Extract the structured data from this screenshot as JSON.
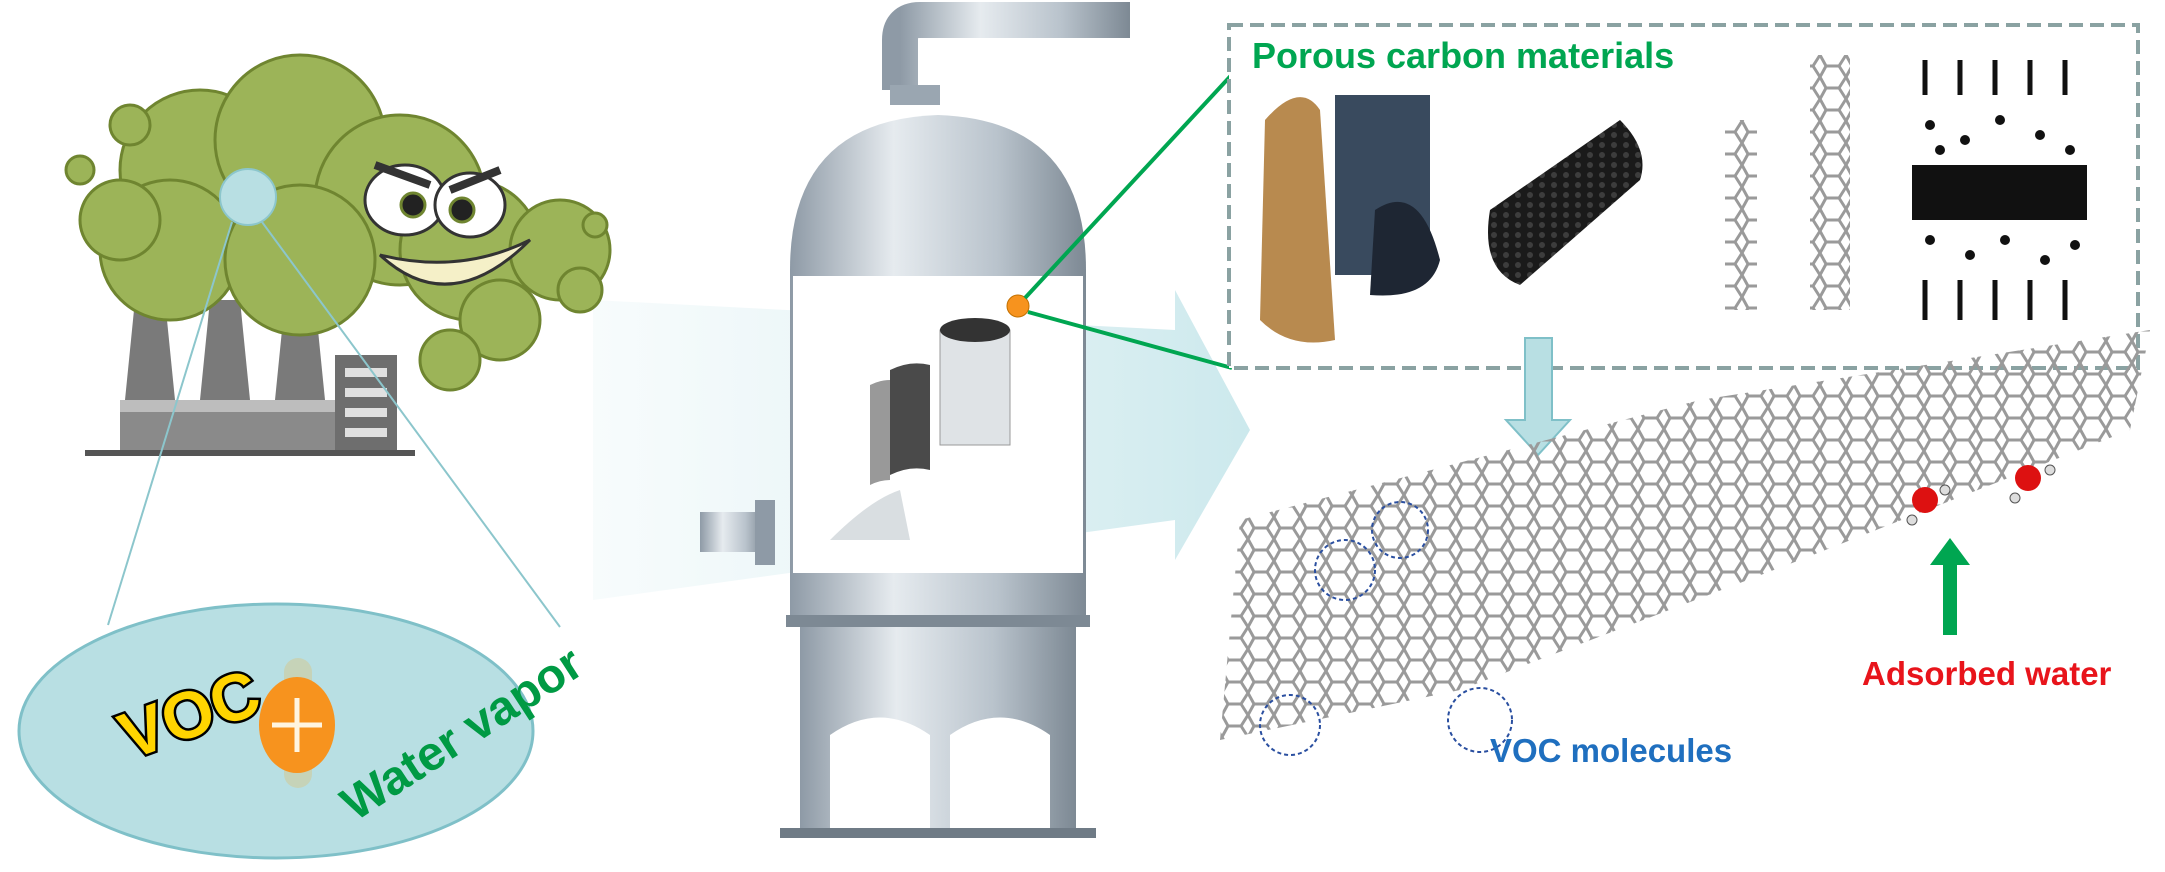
{
  "labels": {
    "porous_title": "Porous carbon materials",
    "voc": "VOC",
    "water_vapor": "Water vapor",
    "voc_molecules": "VOC molecules",
    "adsorbed_water": "Adsorbed water"
  },
  "colors": {
    "green": "#00a651",
    "blue": "#1f6fbf",
    "red": "#e8141b",
    "ellipse": "#b8dfe3",
    "cloud": "#9cb458",
    "orange": "#f7931e"
  }
}
